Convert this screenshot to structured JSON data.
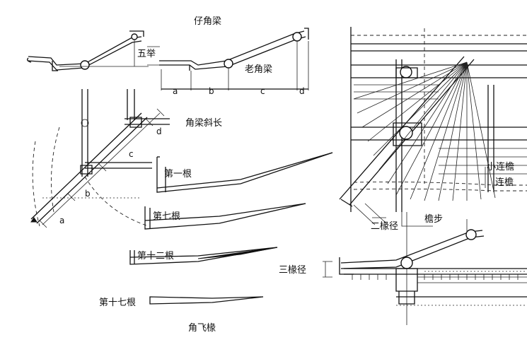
{
  "labels": {
    "zijiaoliang": "仔角梁",
    "wuju": "五举",
    "laojiaoliang": "老角梁",
    "dim_a": "a",
    "dim_b": "b",
    "dim_c": "c",
    "dim_d": "d",
    "jiaoliang_xiechang": "角梁斜长",
    "diyigen": "第一根",
    "diqigen": "第七根",
    "dishiergen": "第十二根",
    "dishiqigen": "第十七根",
    "jiaofeichuan": "角飞椽",
    "xiaolianyan": "小连檐",
    "lianyan": "连檐",
    "erchuanjing": "二椽径",
    "yanbu": "檐步",
    "sanchuanjing": "三椽径"
  }
}
